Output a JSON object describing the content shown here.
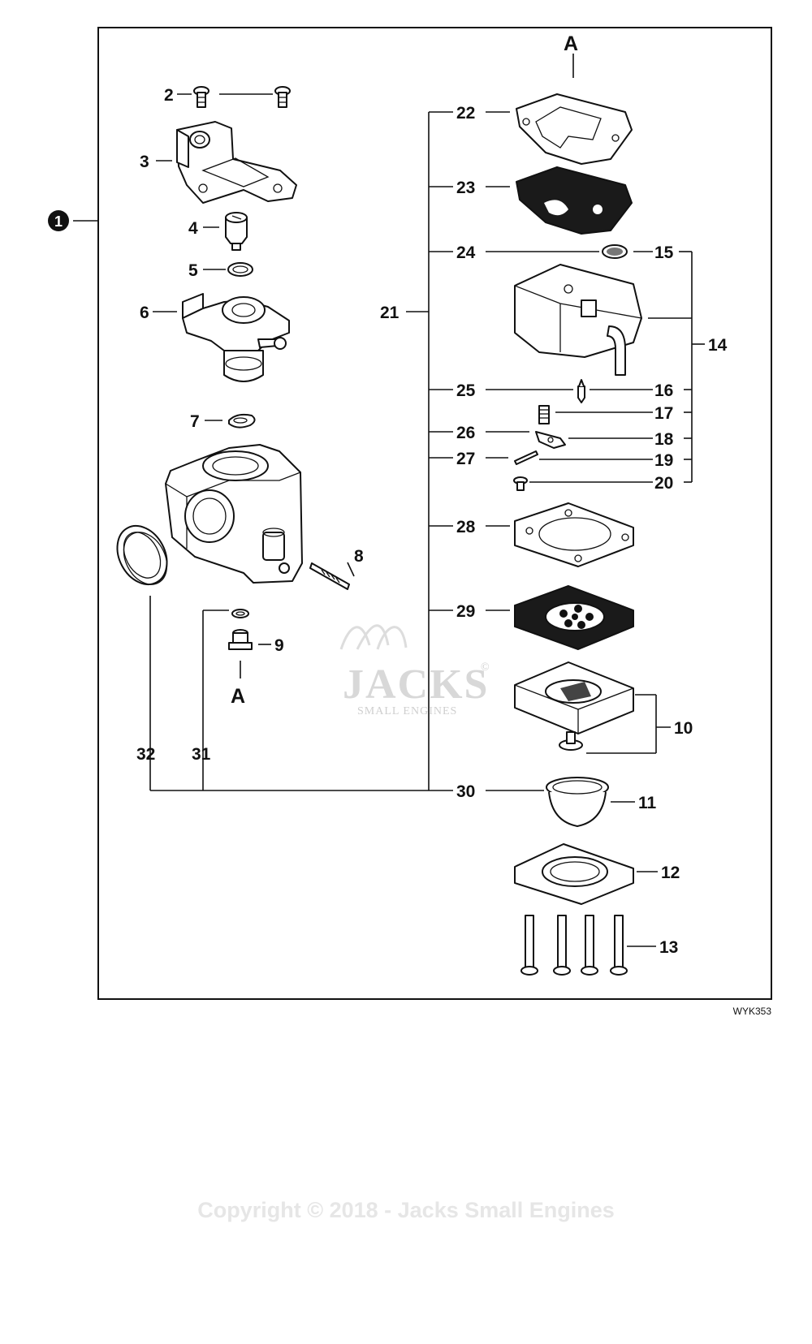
{
  "diagram": {
    "assembly_marker": "1",
    "ref_top": "A",
    "ref_bottom": "A",
    "drawing_code": "WYK353",
    "callouts": [
      "2",
      "3",
      "4",
      "5",
      "6",
      "7",
      "8",
      "9",
      "10",
      "11",
      "12",
      "13",
      "14",
      "15",
      "16",
      "17",
      "18",
      "19",
      "20",
      "21",
      "22",
      "23",
      "24",
      "25",
      "26",
      "27",
      "28",
      "29",
      "30",
      "31",
      "32"
    ],
    "watermark": {
      "brand": "JACKS",
      "registered": "©",
      "tagline": "SMALL ENGINES"
    },
    "copyright": "Copyright © 2018 - Jacks Small Engines"
  }
}
